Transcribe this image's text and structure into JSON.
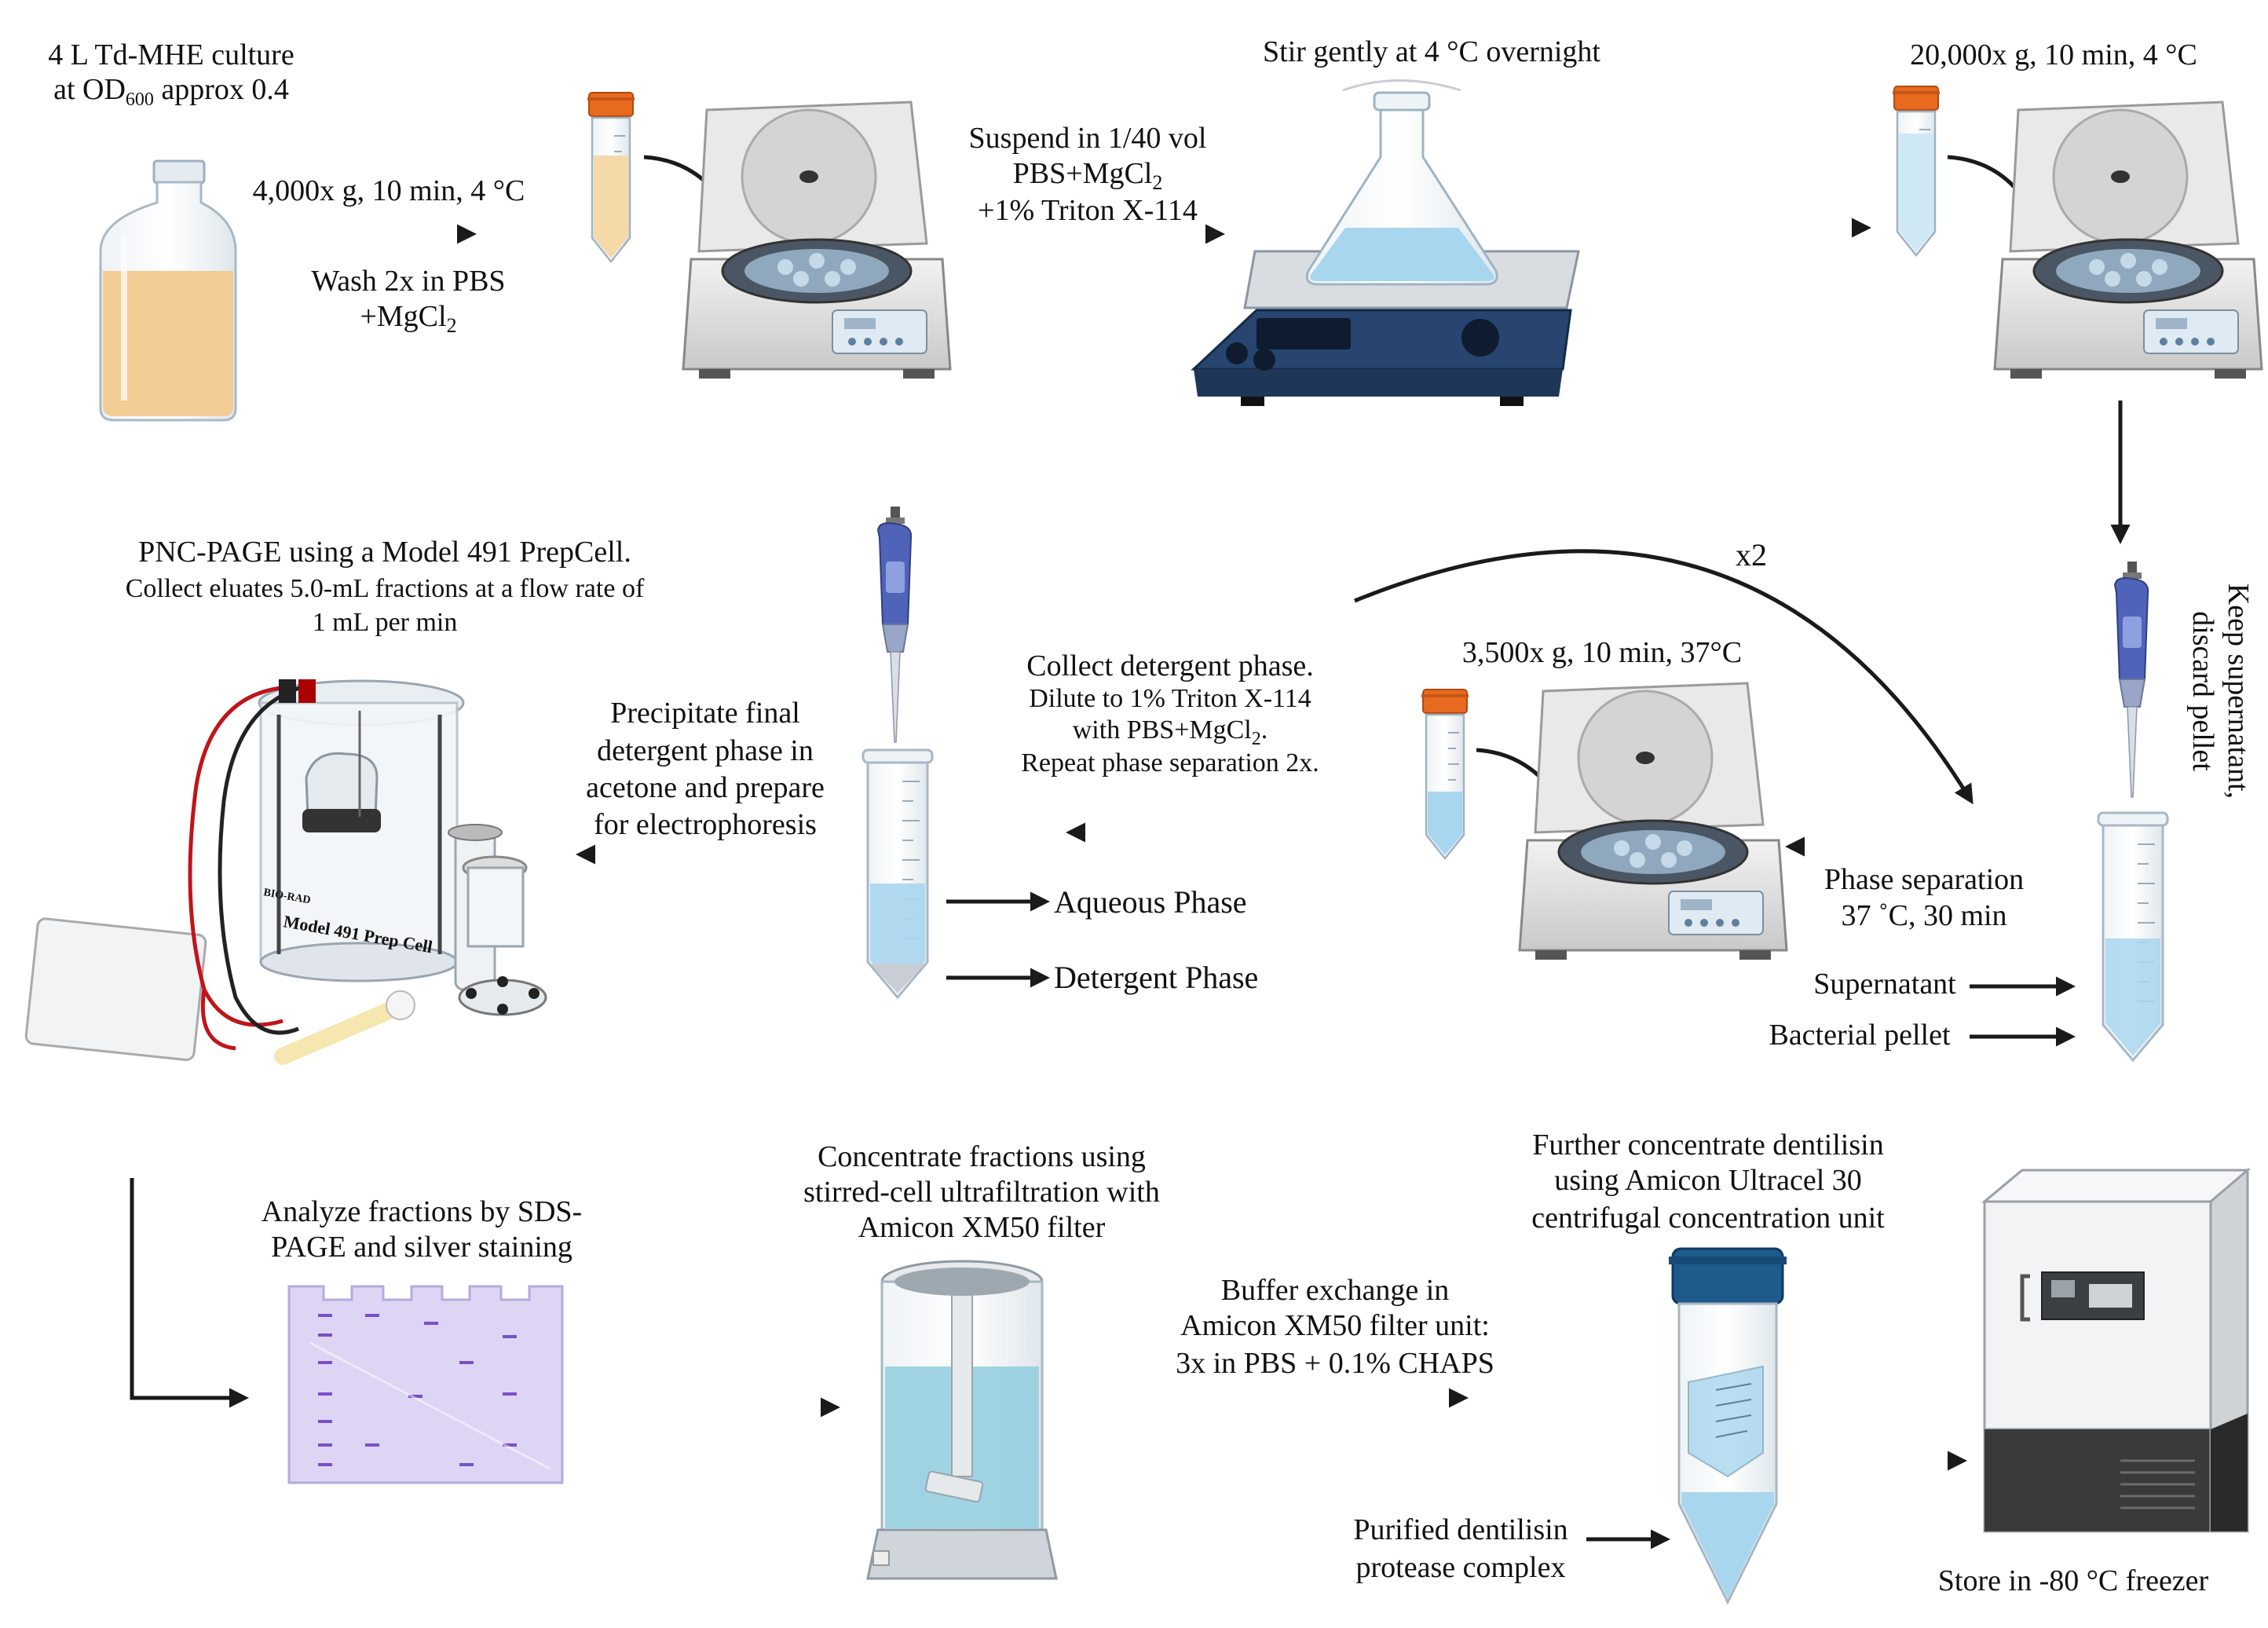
{
  "colors": {
    "arrow": "#1a1a1a",
    "culture": "#f3c98f",
    "liquid_blue": "#a9d6ef",
    "tube_cap": "#e86a1f",
    "amicon_cap": "#1e5a8c",
    "pipette": "#4f63b8",
    "gel": "#ddd5f3",
    "gel_band": "#7b4fc9",
    "stirrer": "#27456e",
    "freezer_base": "#3a3a3a"
  },
  "icons": [
    "culture-bottle-icon",
    "falcon-tube-icon",
    "centrifuge-icon",
    "stir-plate-flask-icon",
    "pipette-icon",
    "prepcell-apparatus-icon",
    "sds-gel-icon",
    "stirred-cell-icon",
    "amicon-tube-icon",
    "freezer-icon"
  ],
  "step1": {
    "culture_line1": "4 L Td-MHE culture",
    "culture_line2_pre": "at OD",
    "culture_line2_sub": "600",
    "culture_line2_post": " approx 0.4",
    "spin": "4,000x g, 10 min, 4 °C",
    "wash_line1": "Wash 2x in PBS",
    "wash_line2": "+MgCl",
    "wash_sub": "2"
  },
  "step2": {
    "line1": "Suspend in 1/40 vol",
    "line2": "PBS+MgCl",
    "line2_sub": "2",
    "line3": "+1% Triton X-114",
    "stir": "Stir gently at 4 °C overnight"
  },
  "step3": {
    "spin": "20,000x g, 10 min, 4 °C"
  },
  "step4": {
    "keep_line1": "Keep supernatant,",
    "keep_line2": "discard pellet",
    "supernatant": "Supernatant",
    "pellet": "Bacterial pellet"
  },
  "step5": {
    "sep_line1": "Phase separation",
    "sep_line2": "37 ˚C, 30 min",
    "spin": "3,500x g, 10 min, 37°C",
    "repeat": "x2"
  },
  "step6": {
    "line1": "Collect detergent phase.",
    "line2": "Dilute to 1% Triton X-114",
    "line3": "with PBS+MgCl",
    "line3_sub": "2",
    "line3_end": ".",
    "line4": "Repeat phase separation 2x.",
    "aqueous": "Aqueous Phase",
    "detergent": "Detergent Phase"
  },
  "step7": {
    "line1": "Precipitate final",
    "line2": "detergent phase in",
    "line3": "acetone and prepare",
    "line4": "for electrophoresis"
  },
  "step8": {
    "line1": "PNC-PAGE using a Model 491 PrepCell.",
    "line2": "Collect eluates 5.0-mL fractions at a flow rate of",
    "line3": "1 mL per min",
    "device_label": "Model 491 Prep Cell",
    "brand_label": "BIO-RAD"
  },
  "step9": {
    "line1": "Analyze fractions by SDS-",
    "line2": "PAGE and silver staining"
  },
  "step10": {
    "line1": "Concentrate fractions using",
    "line2": "stirred-cell ultrafiltration with",
    "line3": "Amicon XM50 filter"
  },
  "step11": {
    "line1": "Buffer exchange in",
    "line2": "Amicon XM50 filter unit:",
    "line3": "3x in PBS + 0.1% CHAPS"
  },
  "step12": {
    "line1": "Further concentrate dentilisin",
    "line2": "using Amicon Ultracel 30",
    "line3": "centrifugal concentration unit",
    "product_line1": "Purified dentilisin",
    "product_line2": "protease complex"
  },
  "step13": {
    "store": "Store in -80 °C freezer"
  }
}
